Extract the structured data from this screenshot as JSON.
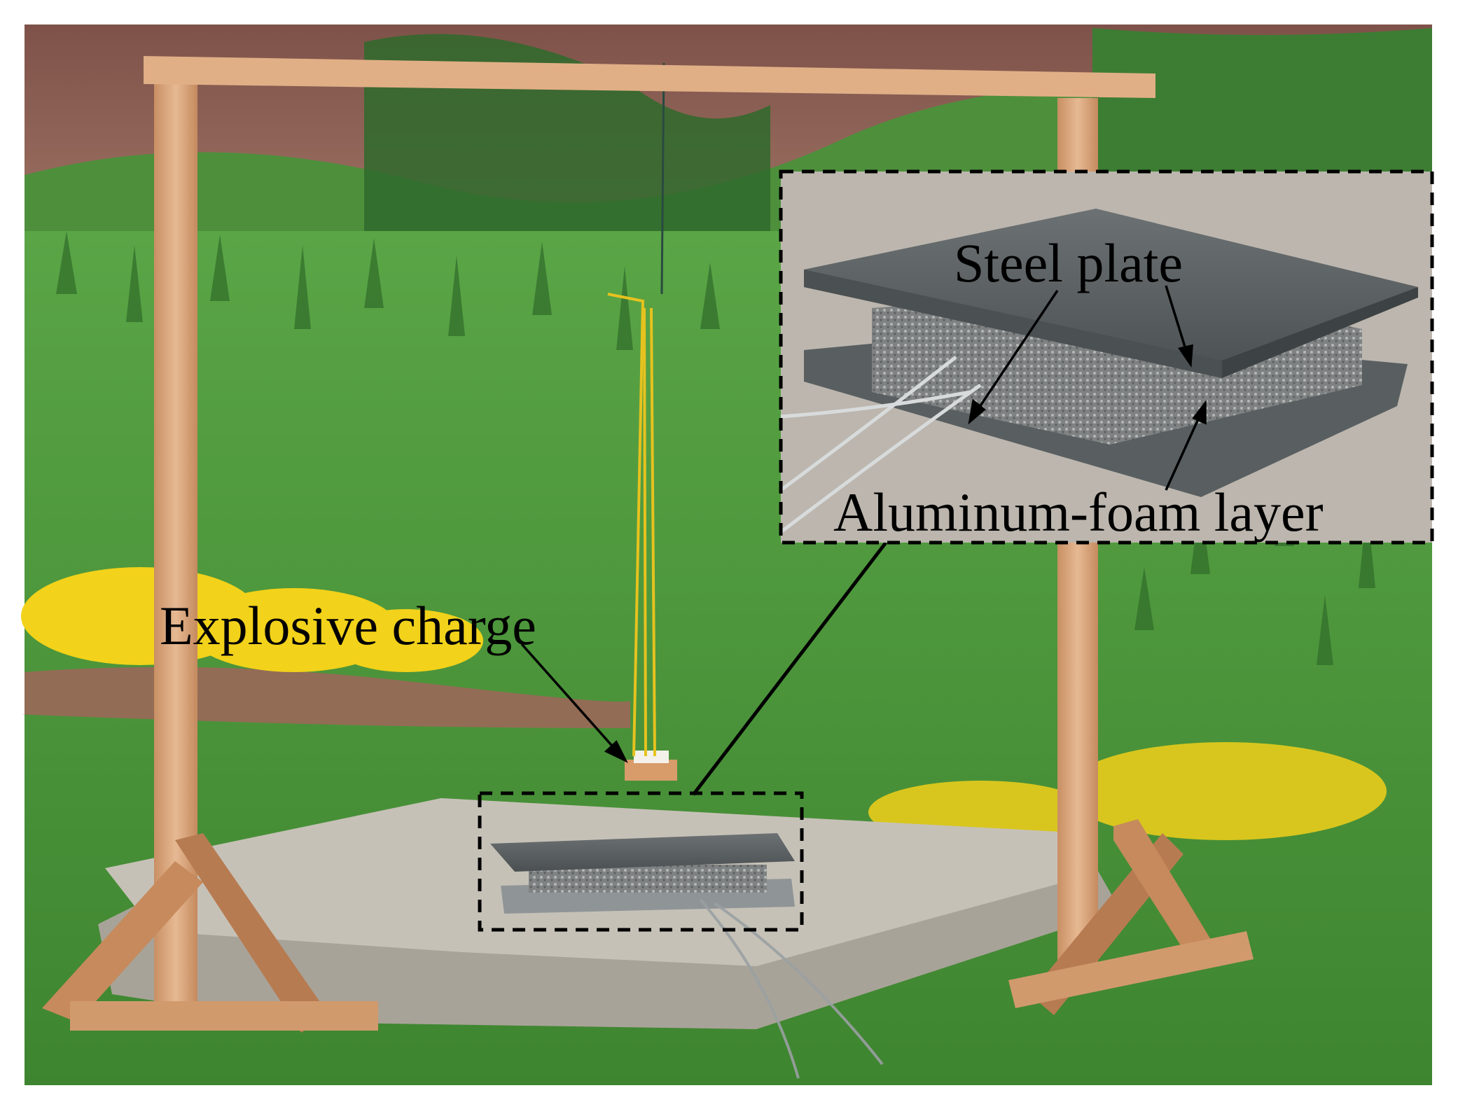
{
  "figure": {
    "labels": {
      "explosive_charge": "Explosive charge",
      "steel_plate": "Steel plate",
      "aluminum_foam_layer": "Aluminum-foam layer"
    }
  },
  "colors": {
    "hillside": "#8a5a4e",
    "grass": "#4f9a3c",
    "grass_dark": "#2f6b2a",
    "wood": "#d9a57a",
    "concrete": "#bdb7ad",
    "steel": "#5b6063",
    "foam": "#8d8f8f",
    "yellow_flowers": "#f2d21a",
    "fuse": "#e6c21f",
    "inset_background": "#bcb6ae",
    "dashed_box": "#000000"
  }
}
